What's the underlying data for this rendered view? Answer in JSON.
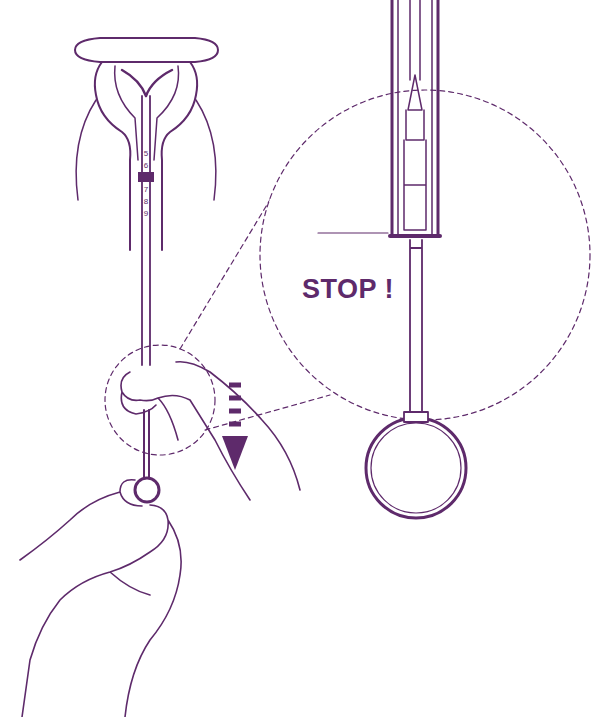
{
  "diagram": {
    "labels": [
      "5",
      "6",
      "7",
      "8",
      "9",
      "STOP !"
    ]
  }
}
